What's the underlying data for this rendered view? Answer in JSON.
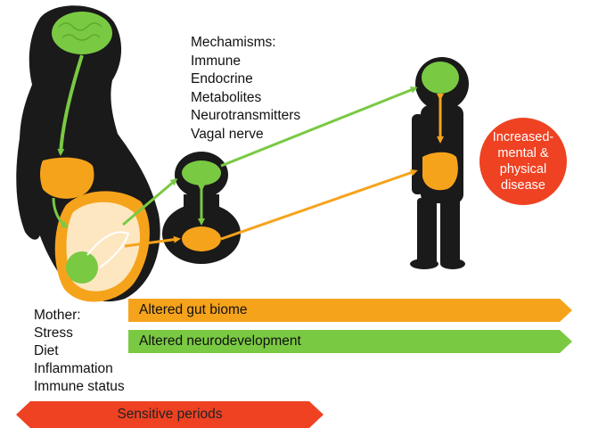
{
  "mechanisms": {
    "heading": "Mechamisms:",
    "items": [
      "Immune",
      "Endocrine",
      "Metabolites",
      "Neurotransmitters",
      "Vagal nerve"
    ]
  },
  "outcome": {
    "text": "Increased-mental & physical disease"
  },
  "bars": {
    "gut": "Altered gut biome",
    "neuro": "Altered neurodevelopment",
    "sensitive": "Sensitive periods"
  },
  "mother": {
    "heading": "Mother:",
    "items": [
      "Stress",
      "Diet",
      "Inflammation",
      "Immune status"
    ]
  },
  "colors": {
    "brain_green": "#7ac943",
    "gut_orange": "#f6a31c",
    "alert_red": "#ee4222",
    "silhouette": "#1a1a1a"
  },
  "icons": {
    "mother": "pregnant-mother-silhouette-icon",
    "infant": "infant-silhouette-icon",
    "child": "child-silhouette-icon"
  }
}
